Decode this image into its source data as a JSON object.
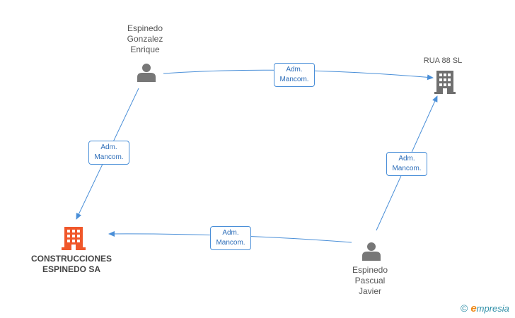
{
  "nodes": {
    "person_top": {
      "lines": [
        "Espinedo",
        "Gonzalez",
        "Enrique"
      ]
    },
    "person_bottom": {
      "lines": [
        "Espinedo",
        "Pascual",
        "Javier"
      ]
    },
    "company_main": {
      "lines": [
        "CONSTRUCCIONES",
        "ESPINEDO SA"
      ]
    },
    "company_rua": {
      "lines": [
        "RUA 88 SL"
      ]
    }
  },
  "edges": [
    {
      "from": "person_top",
      "to": "company_rua",
      "role": [
        "Adm.",
        "Mancom."
      ]
    },
    {
      "from": "person_top",
      "to": "company_main",
      "role": [
        "Adm.",
        "Mancom."
      ]
    },
    {
      "from": "person_bottom",
      "to": "company_rua",
      "role": [
        "Adm.",
        "Mancom."
      ]
    },
    {
      "from": "person_bottom",
      "to": "company_main",
      "role": [
        "Adm.",
        "Mancom."
      ]
    }
  ],
  "colors": {
    "edge": "#4a8fd8",
    "person_icon": "#777777",
    "company_main_icon": "#f0572a",
    "company_other_icon": "#6f6f6f"
  },
  "brand": {
    "copyright": "©",
    "name_initial": "e",
    "name_rest": "mpresia"
  }
}
